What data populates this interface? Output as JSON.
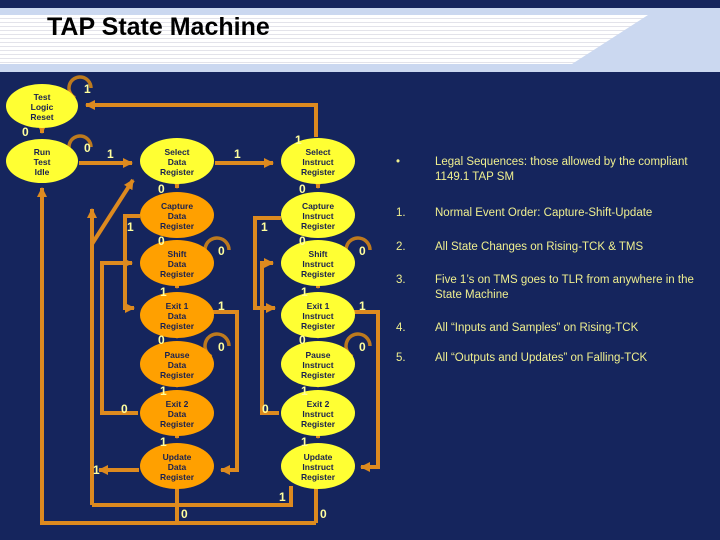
{
  "slide": {
    "title": "TAP State Machine"
  },
  "diagram": {
    "nodes": [
      {
        "id": "test-logic-reset",
        "lines": [
          "Test",
          "Logic",
          "Reset"
        ]
      },
      {
        "id": "run-test-idle",
        "lines": [
          "Run",
          "Test",
          "Idle"
        ]
      },
      {
        "id": "select-data-register",
        "lines": [
          "Select",
          "Data",
          "Register"
        ]
      },
      {
        "id": "select-instruct-register",
        "lines": [
          "Select",
          "Instruct",
          "Register"
        ]
      },
      {
        "id": "capture-data-register",
        "lines": [
          "Capture",
          "Data",
          "Register"
        ]
      },
      {
        "id": "capture-instruct-register",
        "lines": [
          "Capture",
          "Instruct",
          "Register"
        ]
      },
      {
        "id": "shift-data-register",
        "lines": [
          "Shift",
          "Data",
          "Register"
        ]
      },
      {
        "id": "shift-instruct-register",
        "lines": [
          "Shift",
          "Instruct",
          "Register"
        ]
      },
      {
        "id": "exit1-data-register",
        "lines": [
          "Exit 1",
          "Data",
          "Register"
        ]
      },
      {
        "id": "exit1-instruct-register",
        "lines": [
          "Exit 1",
          "Instruct",
          "Register"
        ]
      },
      {
        "id": "pause-data-register",
        "lines": [
          "Pause",
          "Data",
          "Register"
        ]
      },
      {
        "id": "pause-instruct-register",
        "lines": [
          "Pause",
          "Instruct",
          "Register"
        ]
      },
      {
        "id": "exit2-data-register",
        "lines": [
          "Exit 2",
          "Data",
          "Register"
        ]
      },
      {
        "id": "exit2-instruct-register",
        "lines": [
          "Exit 2",
          "Instruct",
          "Register"
        ]
      },
      {
        "id": "update-data-register",
        "lines": [
          "Update",
          "Data",
          "Register"
        ]
      },
      {
        "id": "update-instruct-register",
        "lines": [
          "Update",
          "Instruct",
          "Register"
        ]
      }
    ],
    "labels": [
      "1",
      "0",
      "0",
      "1",
      "1",
      "1",
      "0",
      "0",
      "0",
      "0",
      "0",
      "0",
      "1",
      "1",
      "1",
      "1",
      "1",
      "1",
      "0",
      "0",
      "0",
      "0",
      "1",
      "1",
      "0",
      "0",
      "1",
      "1",
      "1",
      "1",
      "0",
      "0"
    ]
  },
  "notes": {
    "items": [
      {
        "marker": "•",
        "text": "Legal Sequences: those allowed by the compliant 1149.1 TAP SM"
      },
      {
        "marker": "1.",
        "text": "Normal Event Order: Capture-Shift-Update"
      },
      {
        "marker": "2.",
        "text": "All State Changes on Rising-TCK & TMS"
      },
      {
        "marker": "3.",
        "text": "Five 1’s on TMS goes to TLR from anywhere in the State Machine"
      },
      {
        "marker": "4.",
        "text": "All “Inputs and Samples” on Rising-TCK"
      },
      {
        "marker": "5.",
        "text": "All “Outputs and Updates” on Falling-TCK"
      }
    ]
  },
  "colors": {
    "background": "#15255D",
    "node_yellow": "#FFFF33",
    "node_orange": "#FFA000",
    "edge_orange": "#DD8A1F",
    "transition_label": "#FFFF9E",
    "note_text": "#EFEF8F",
    "title_band_blue": "#CBD8F0",
    "title_text": "#000000"
  }
}
